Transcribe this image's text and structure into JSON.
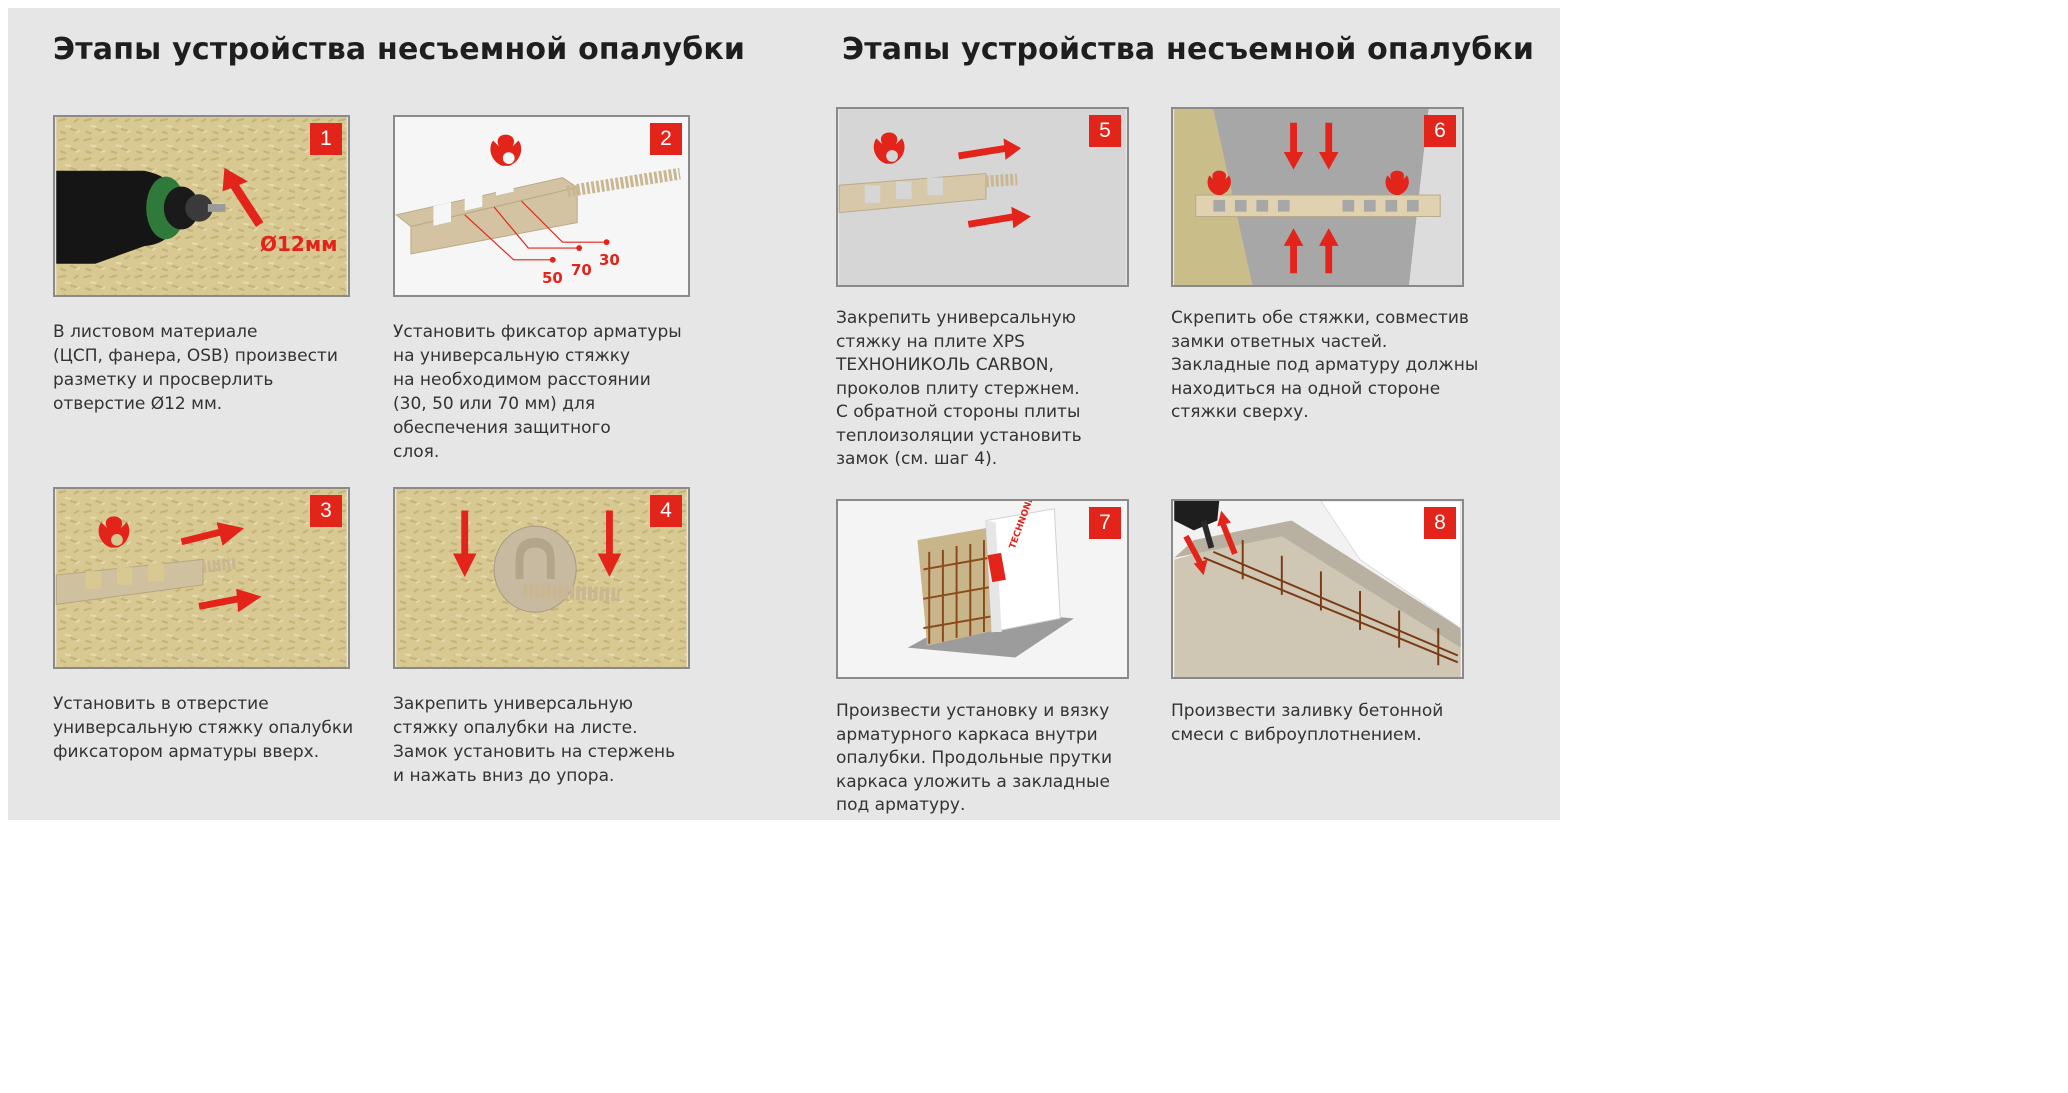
{
  "titles": {
    "left": "Этапы устройства несъемной опалубки",
    "right": "Этапы устройства несъемной опалубки"
  },
  "steps": [
    {
      "number": "1",
      "callout": "Ø12мм",
      "caption": [
        "В листовом материале",
        "(ЦСП, фанера, OSB) произвести",
        "разметку и просверлить",
        "отверстие Ø12 мм."
      ]
    },
    {
      "number": "2",
      "distances": [
        "50",
        "70",
        "30"
      ],
      "caption": [
        "Установить фиксатор арматуры",
        "на универсальную стяжку",
        "на необходимом расстоянии",
        "(30, 50 или 70 мм) для",
        "обеспечения защитного",
        "слоя."
      ]
    },
    {
      "number": "3",
      "caption": [
        "Установить в отверстие",
        "универсальную стяжку опалубки",
        "фиксатором арматуры вверх."
      ]
    },
    {
      "number": "4",
      "caption": [
        "Закрепить универсальную",
        "стяжку опалубки на листе.",
        "Замок установить на стержень",
        "и нажать вниз до упора."
      ]
    },
    {
      "number": "5",
      "caption": [
        "Закрепить универсальную",
        "стяжку на плите XPS",
        "ТЕХНОНИКОЛЬ CARBON,",
        "проколов плиту стержнем.",
        "С обратной стороны плиты",
        "теплоизоляции установить",
        "замок (см. шаг 4)."
      ]
    },
    {
      "number": "6",
      "caption": [
        "Скрепить обе стяжки, совместив",
        "замки ответных частей.",
        "Закладные под арматуру должны",
        "находиться на одной стороне",
        "стяжки сверху."
      ]
    },
    {
      "number": "7",
      "board_label": "TECHNONICOL",
      "caption": [
        "Произвести установку и вязку",
        "арматурного каркаса внутри",
        "опалубки. Продольные прутки",
        "каркаса уложить а закладные",
        "под арматуру."
      ]
    },
    {
      "number": "8",
      "caption": [
        "Произвести заливку бетонной",
        "смеси с виброуплотнением."
      ]
    }
  ],
  "colors": {
    "accent": "#e3241b",
    "background": "#e6e6e6",
    "panel_border": "#8a8a8a",
    "text": "#333333"
  }
}
